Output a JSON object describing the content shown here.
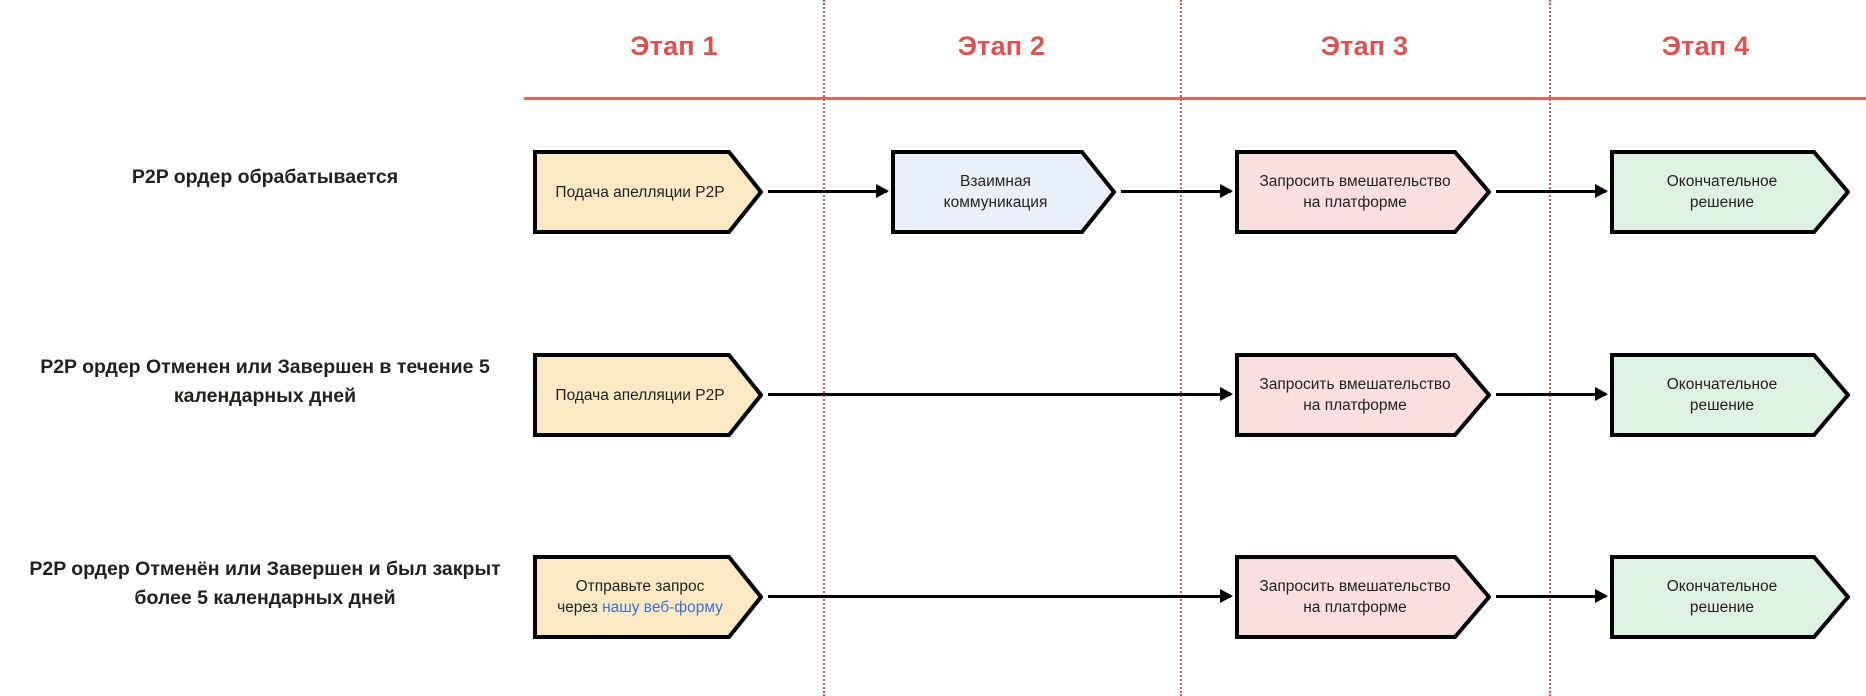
{
  "diagram": {
    "title": "P2P appeal escalation stages",
    "colors": {
      "stage_header": "#d9534f",
      "divider": "#e05a57",
      "rule": "#dd6661",
      "node_yellow_fill": "#fbe9c4",
      "node_blue_fill": "#eaeffa",
      "node_pink_fill": "#fadfe0",
      "node_green_fill": "#ddf2e2",
      "node_stroke": "#000000",
      "link": "#3e6fd6",
      "label_text": "#221f1f"
    }
  },
  "stages": [
    {
      "label": "Этап 1"
    },
    {
      "label": "Этап 2"
    },
    {
      "label": "Этап 3"
    },
    {
      "label": "Этап 4"
    }
  ],
  "rows": [
    {
      "label_line1": "P2P ордер обрабатывается",
      "label_line2": "",
      "nodes": [
        {
          "text_line1": "Подача апелляции P2P",
          "text_line2": ""
        },
        {
          "text_line1": "Взаимная",
          "text_line2": "коммуникация"
        },
        {
          "text_line1": "Запросить вмешательство",
          "text_line2": "на платформе"
        },
        {
          "text_line1": "Окончательное",
          "text_line2": "решение"
        }
      ]
    },
    {
      "label_line1": "P2P ордер Отменен или Завершен в течение 5",
      "label_line2": "календарных дней",
      "nodes": [
        {
          "text_line1": "Подача апелляции P2P",
          "text_line2": ""
        },
        {
          "text_line1": "Запросить вмешательство",
          "text_line2": "на платформе"
        },
        {
          "text_line1": "Окончательное",
          "text_line2": "решение"
        }
      ]
    },
    {
      "label_line1": "P2P ордер Отменён или Завершен и был закрыт",
      "label_line2": "более 5 календарных дней",
      "nodes": [
        {
          "text_line1": "Отправьте запрос",
          "text_prefix2": "через ",
          "text_link2": "нашу веб-форму"
        },
        {
          "text_line1": "Запросить вмешательство",
          "text_line2": "на платформе"
        },
        {
          "text_line1": "Окончательное",
          "text_line2": "решение"
        }
      ]
    }
  ]
}
